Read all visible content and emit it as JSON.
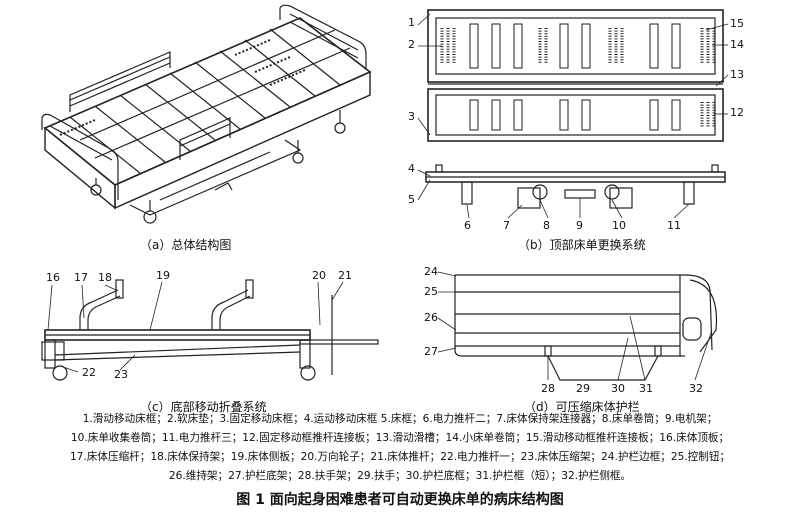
{
  "panels": {
    "a": {
      "caption": "（a）总体结构图"
    },
    "b": {
      "caption": "（b）顶部床单更换系统"
    },
    "c": {
      "caption": "（c）底部移动折叠系统"
    },
    "d": {
      "caption": "（d）可压缩床体护栏"
    }
  },
  "labels": {
    "n1": "1",
    "n2": "2",
    "n3": "3",
    "n4": "4",
    "n5": "5",
    "n6": "6",
    "n7": "7",
    "n8": "8",
    "n9": "9",
    "n10": "10",
    "n11": "11",
    "n12": "12",
    "n13": "13",
    "n14": "14",
    "n15": "15",
    "n16": "16",
    "n17": "17",
    "n18": "18",
    "n19": "19",
    "n20": "20",
    "n21": "21",
    "n22": "22",
    "n23": "23",
    "n24": "24",
    "n25": "25",
    "n26": "26",
    "n27": "27",
    "n28": "28",
    "n29": "29",
    "n30": "30",
    "n31": "31",
    "n32": "32"
  },
  "legend": {
    "line1": "1.滑动移动床框；2.软床垫；3.固定移动床框；4.运动移动床框 5.床框；6.电力推杆二；7.床体保持架连接器；8.床单卷筒；9.电机架；",
    "line2": "10.床单收集卷筒；11.电力推杆三；12.固定移动框推杆连接板；13.滑动滑槽；14.小床单卷筒；15.滑动移动框推杆连接板；16.床体顶板；",
    "line3": "17.床体压缩杆；18.床体保持架；19.床体侧板；20.万向轮子；21.床体推杆；22.电力推杆一；23.床体压缩架；24.护栏边框；25.控制钮；",
    "line4": "26.维持架；27.护栏底架；28.扶手架；29.扶手；30.护栏底框；31.护栏框（短）；32.护栏侧框。"
  },
  "figure_title": "图 1  面向起身困难患者可自动更换床单的病床结构图"
}
